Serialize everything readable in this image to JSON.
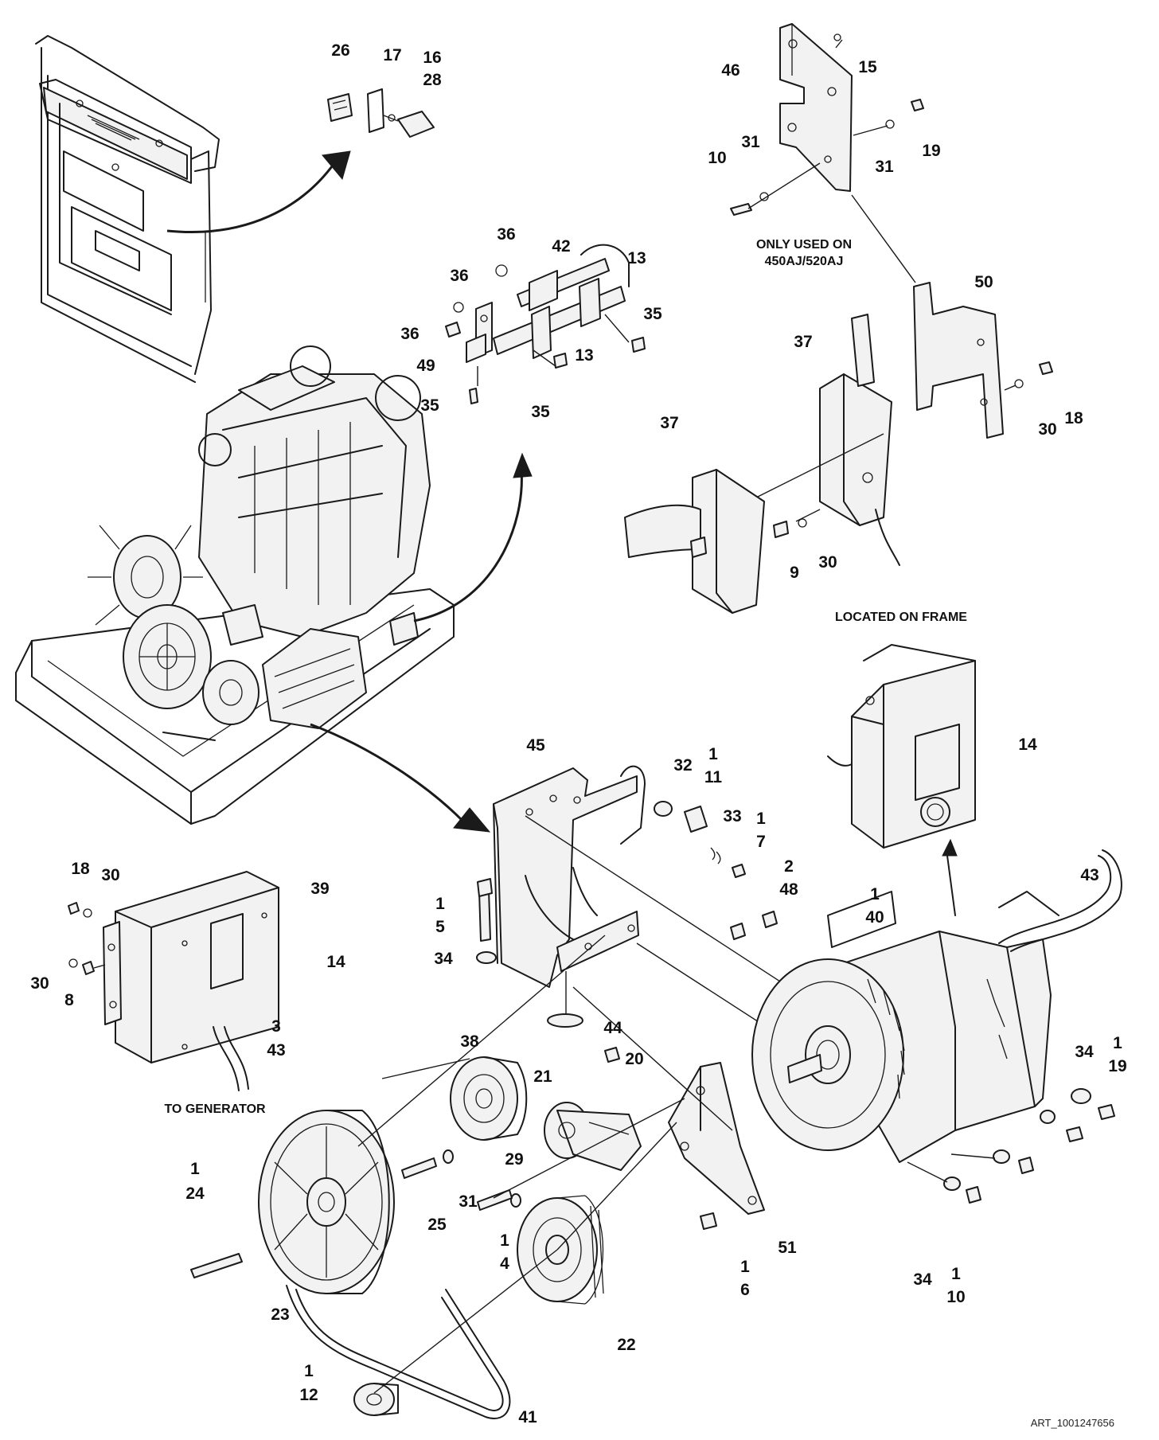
{
  "notes": {
    "only_used_on_1": "ONLY USED ON",
    "only_used_on_2": "450AJ/520AJ",
    "located_on_frame": "LOCATED ON FRAME",
    "to_generator": "TO GENERATOR",
    "art_id": "ART_1001247656"
  },
  "callouts": [
    {
      "id": "c26",
      "text": "26"
    },
    {
      "id": "c17",
      "text": "17"
    },
    {
      "id": "c16",
      "text": "16"
    },
    {
      "id": "c28",
      "text": "28"
    },
    {
      "id": "c46",
      "text": "46"
    },
    {
      "id": "c15",
      "text": "15"
    },
    {
      "id": "c31a",
      "text": "31"
    },
    {
      "id": "c10a",
      "text": "10"
    },
    {
      "id": "c31b",
      "text": "31"
    },
    {
      "id": "c19a",
      "text": "19"
    },
    {
      "id": "c36a",
      "text": "36"
    },
    {
      "id": "c42",
      "text": "42"
    },
    {
      "id": "c13a",
      "text": "13"
    },
    {
      "id": "c36b",
      "text": "36"
    },
    {
      "id": "c35a",
      "text": "35"
    },
    {
      "id": "c36c",
      "text": "36"
    },
    {
      "id": "c13b",
      "text": "13"
    },
    {
      "id": "c49",
      "text": "49"
    },
    {
      "id": "c35b",
      "text": "35"
    },
    {
      "id": "c35c",
      "text": "35"
    },
    {
      "id": "c50",
      "text": "50"
    },
    {
      "id": "c37a",
      "text": "37"
    },
    {
      "id": "c37b",
      "text": "37"
    },
    {
      "id": "c30a",
      "text": "30"
    },
    {
      "id": "c18a",
      "text": "18"
    },
    {
      "id": "c9",
      "text": "9"
    },
    {
      "id": "c30b",
      "text": "30"
    },
    {
      "id": "c14a",
      "text": "14"
    },
    {
      "id": "c45",
      "text": "45"
    },
    {
      "id": "c32",
      "text": "32"
    },
    {
      "id": "c1a",
      "text": "1"
    },
    {
      "id": "c11",
      "text": "11"
    },
    {
      "id": "c33",
      "text": "33"
    },
    {
      "id": "c1b",
      "text": "1"
    },
    {
      "id": "c7",
      "text": "7"
    },
    {
      "id": "c2",
      "text": "2"
    },
    {
      "id": "c48",
      "text": "48"
    },
    {
      "id": "c1c",
      "text": "1"
    },
    {
      "id": "c40",
      "text": "40"
    },
    {
      "id": "c43a",
      "text": "43"
    },
    {
      "id": "c18b",
      "text": "18"
    },
    {
      "id": "c30c",
      "text": "30"
    },
    {
      "id": "c39",
      "text": "39"
    },
    {
      "id": "c14b",
      "text": "14"
    },
    {
      "id": "c30d",
      "text": "30"
    },
    {
      "id": "c8",
      "text": "8"
    },
    {
      "id": "c3",
      "text": "3"
    },
    {
      "id": "c43b",
      "text": "43"
    },
    {
      "id": "c1d",
      "text": "1"
    },
    {
      "id": "c5",
      "text": "5"
    },
    {
      "id": "c34a",
      "text": "34"
    },
    {
      "id": "c44",
      "text": "44"
    },
    {
      "id": "c20",
      "text": "20"
    },
    {
      "id": "c38",
      "text": "38"
    },
    {
      "id": "c21",
      "text": "21"
    },
    {
      "id": "c34b",
      "text": "34"
    },
    {
      "id": "c1e",
      "text": "1"
    },
    {
      "id": "c19b",
      "text": "19"
    },
    {
      "id": "c1f",
      "text": "1"
    },
    {
      "id": "c24",
      "text": "24"
    },
    {
      "id": "c29",
      "text": "29"
    },
    {
      "id": "c25",
      "text": "25"
    },
    {
      "id": "c31c",
      "text": "31"
    },
    {
      "id": "c1g",
      "text": "1"
    },
    {
      "id": "c4",
      "text": "4"
    },
    {
      "id": "c51",
      "text": "51"
    },
    {
      "id": "c34c",
      "text": "34"
    },
    {
      "id": "c1h",
      "text": "1"
    },
    {
      "id": "c10b",
      "text": "10"
    },
    {
      "id": "c1i",
      "text": "1"
    },
    {
      "id": "c6",
      "text": "6"
    },
    {
      "id": "c23",
      "text": "23"
    },
    {
      "id": "c22",
      "text": "22"
    },
    {
      "id": "c1j",
      "text": "1"
    },
    {
      "id": "c12",
      "text": "12"
    },
    {
      "id": "c41",
      "text": "41"
    }
  ]
}
